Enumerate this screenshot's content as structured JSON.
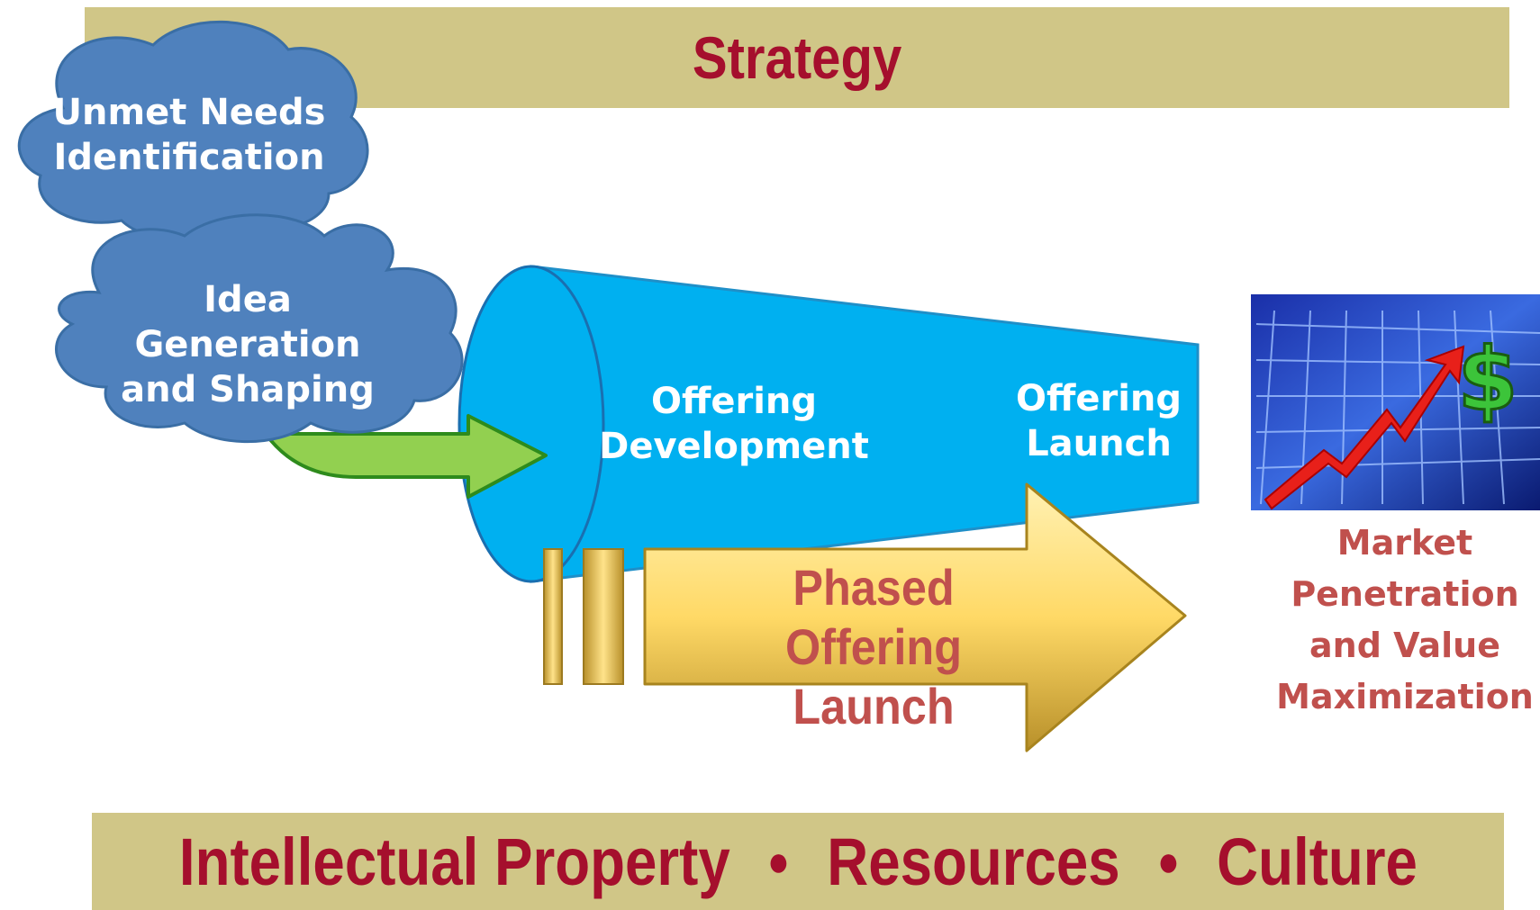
{
  "header": {
    "title": "Strategy"
  },
  "clouds": [
    {
      "lines": [
        "Unmet Needs",
        "Identification"
      ]
    },
    {
      "lines": [
        "Idea Generation",
        "and Shaping"
      ]
    }
  ],
  "funnel": {
    "development": [
      "Offering",
      "Development"
    ],
    "launch": [
      "Offering",
      "Launch"
    ]
  },
  "phased_arrow": {
    "lines": [
      "Phased Offering",
      "Launch"
    ]
  },
  "outcome": {
    "lines": [
      "Market",
      "Penetration",
      "and Value",
      "Maximization"
    ],
    "icon": "stock-chart-dollar-icon"
  },
  "footer": {
    "items": [
      "Intellectual Property",
      "Resources",
      "Culture"
    ],
    "separator": "●"
  },
  "colors": {
    "band": "#d0c687",
    "band_text": "#a50f2d",
    "cloud_fill": "#4f81bd",
    "funnel_fill": "#00b0f0",
    "green_arrow": "#92d050",
    "gold_arrow": "#ffd966",
    "outcome_text": "#c0504d"
  }
}
